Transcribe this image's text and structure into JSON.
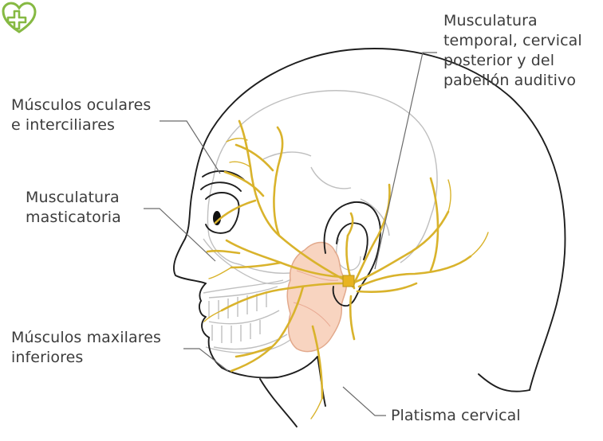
{
  "labels": {
    "musculatura_temporal": "Musculatura\ntemporal, cervical\nposterior y del\npabellón auditivo",
    "musculos_oculares": "Músculos oculares\ne interciliares",
    "musculatura_masticatoria": "Musculatura\nmasticatoria",
    "musculos_maxilares": "Músculos maxilares\ninferiores",
    "platisma_cervical": "Platisma cervical"
  },
  "icons": {
    "logo": "heart-cross-logo-icon"
  },
  "colors": {
    "outline": "#1e1e1e",
    "skull": "#bfbfbf",
    "nerve": "#d9b32c",
    "nerve_dark": "#b8941a",
    "gland_fill": "#f8d4c0",
    "gland_stroke": "#e2a98c",
    "leader": "#6b6b6b",
    "logo": "#86b943",
    "text": "#3c3c3c"
  }
}
